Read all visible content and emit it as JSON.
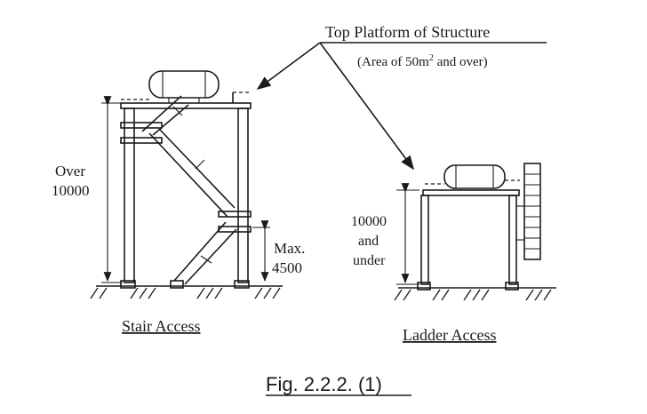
{
  "labels": {
    "top_platform": "Top Platform of Structure",
    "area_note_prefix": "(Area of 50m",
    "area_note_sup": "2",
    "area_note_suffix": " and over)",
    "stair_height_line1": "Over",
    "stair_height_line2": "10000",
    "stair_max_line1": "Max.",
    "stair_max_line2": "4500",
    "ladder_height_line1": "10000",
    "ladder_height_line2": "and",
    "ladder_height_line3": "under",
    "stair_caption": "Stair Access",
    "ladder_caption": "Ladder Access",
    "figure_caption": "Fig. 2.2.2. (1)"
  }
}
